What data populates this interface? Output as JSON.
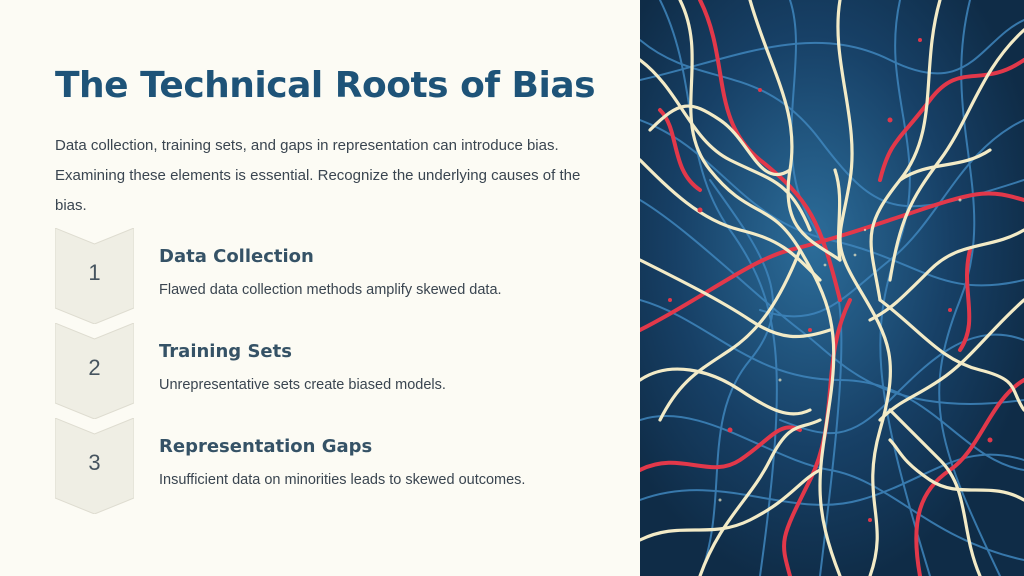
{
  "slide": {
    "title": "The Technical Roots of Bias",
    "intro": "Data collection, training sets, and gaps in representation can introduce bias. Examining these elements is essential. Recognize the underlying causes of the bias.",
    "steps": [
      {
        "number": "1",
        "title": "Data Collection",
        "description": "Flawed data collection methods amplify skewed data."
      },
      {
        "number": "2",
        "title": "Training Sets",
        "description": "Unrepresentative sets create biased models."
      },
      {
        "number": "3",
        "title": "Representation Gaps",
        "description": "Insufficient data on minorities leads to skewed outcomes."
      }
    ]
  },
  "image": {
    "subject": "tangled-neural-fibers-illustration",
    "colors": {
      "background": "#123553",
      "cream": "#f3ebc7",
      "red": "#e2384a",
      "blue": "#4a8fc4"
    }
  },
  "colors": {
    "page_background": "#fcfbf4",
    "title": "#1e5378",
    "chevron_fill": "#efeee4",
    "chevron_stroke": "#dedcd0"
  }
}
